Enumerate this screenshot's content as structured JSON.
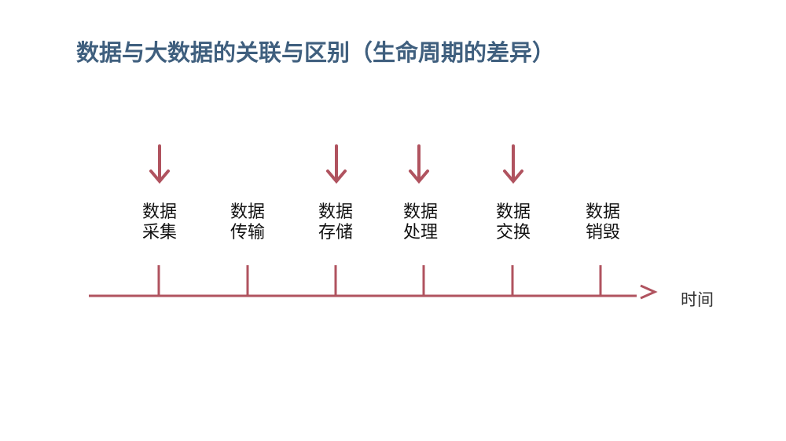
{
  "slide": {
    "title": "数据与大数据的关联与区别（生命周期的差异）"
  },
  "colors": {
    "title": "#3f5f7e",
    "timeline": "#b0535f",
    "text": "#111111"
  },
  "timeline": {
    "axis_label": "时间",
    "stages": [
      {
        "line1": "数据",
        "line2": "采集",
        "highlighted": true
      },
      {
        "line1": "数据",
        "line2": "传输",
        "highlighted": false
      },
      {
        "line1": "数据",
        "line2": "存储",
        "highlighted": true
      },
      {
        "line1": "数据",
        "line2": "处理",
        "highlighted": true
      },
      {
        "line1": "数据",
        "line2": "交换",
        "highlighted": true
      },
      {
        "line1": "数据",
        "line2": "销毁",
        "highlighted": false
      }
    ]
  }
}
